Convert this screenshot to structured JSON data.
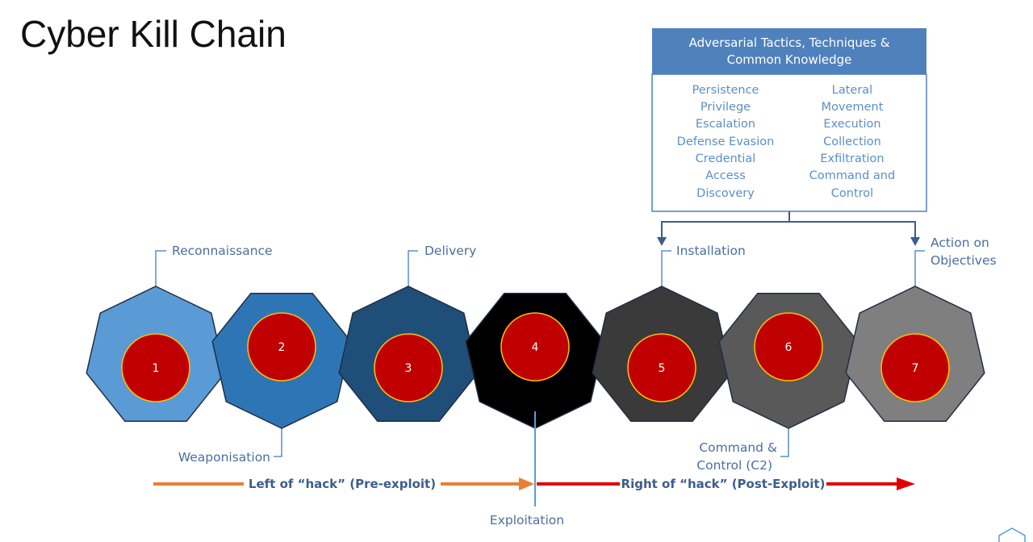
{
  "title": "Cyber Kill Chain",
  "box": {
    "header_lines": [
      "Adversarial Tactics, Techniques &",
      "Common Knowledge"
    ],
    "left_column": [
      "Persistence",
      "Privilege",
      "Escalation",
      "Defense Evasion",
      "Credential",
      "Access",
      "Discovery"
    ],
    "right_column": [
      "Lateral",
      "Movement",
      "Execution",
      "Collection",
      "Exfiltration",
      "Command and",
      "Control"
    ],
    "header_color": "#4f81bd",
    "border_color": "#4f81bd"
  },
  "stages": [
    {
      "number": "1",
      "color": "#5b9bd5"
    },
    {
      "number": "2",
      "color": "#2e75b6"
    },
    {
      "number": "3",
      "color": "#1f4e79"
    },
    {
      "number": "4",
      "color": "#000000"
    },
    {
      "number": "5",
      "color": "#3a3a3a"
    },
    {
      "number": "6",
      "color": "#595959"
    },
    {
      "number": "7",
      "color": "#7f7f7f"
    }
  ],
  "circle_color": "#c00000",
  "circle_border": "#ffc000",
  "stage_labels": {
    "reconnaissance": "Reconnaissance",
    "weaponisation": "Weaponisation",
    "delivery": "Delivery",
    "exploitation": "Exploitation",
    "installation": "Installation",
    "command_control": [
      "Command &",
      "Control (C2)"
    ],
    "action_objectives": [
      "Action on",
      "Objectives"
    ]
  },
  "arrows": {
    "left_label": "Left of “hack” (Pre-exploit)",
    "right_label": "Right of “hack” (Post-Exploit)",
    "left_color": "#ed7d31",
    "right_color": "#e00000"
  }
}
